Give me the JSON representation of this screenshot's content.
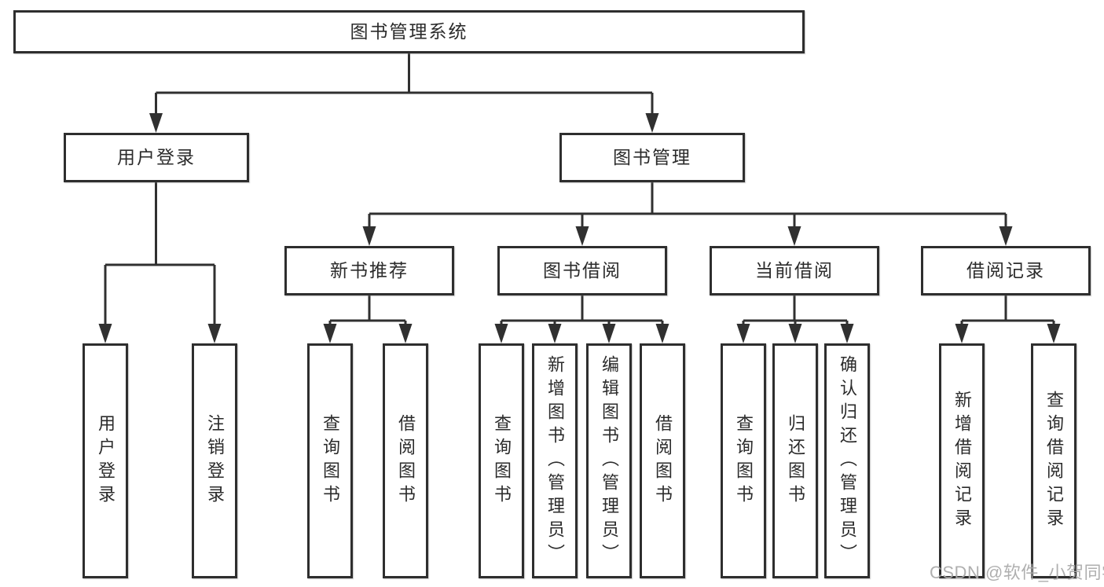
{
  "colors": {
    "background": "#ffffff",
    "box_border": "#2e2e2e",
    "connector_line": "#303030",
    "text": "#2b2b2b",
    "watermark_text": "#a9a9a9"
  },
  "root": {
    "label": "图书管理系统"
  },
  "branches": {
    "user": {
      "label": "用户登录",
      "children": [
        {
          "label": "用户登录"
        },
        {
          "label": "注销登录"
        }
      ]
    },
    "book": {
      "label": "图书管理",
      "groups": [
        {
          "label": "新书推荐",
          "children": [
            {
              "label": "查询图书"
            },
            {
              "label": "借阅图书"
            }
          ]
        },
        {
          "label": "图书借阅",
          "children": [
            {
              "label": "查询图书"
            },
            {
              "label": "新增图书（管理员）"
            },
            {
              "label": "编辑图书（管理员）"
            },
            {
              "label": "借阅图书"
            }
          ]
        },
        {
          "label": "当前借阅",
          "children": [
            {
              "label": "查询图书"
            },
            {
              "label": "归还图书"
            },
            {
              "label": "确认归还（管理员）"
            }
          ]
        },
        {
          "label": "借阅记录",
          "children": [
            {
              "label": "新增借阅记录"
            },
            {
              "label": "查询借阅记录"
            }
          ]
        }
      ]
    }
  },
  "watermark": "CSDN @软件_小贺同学"
}
